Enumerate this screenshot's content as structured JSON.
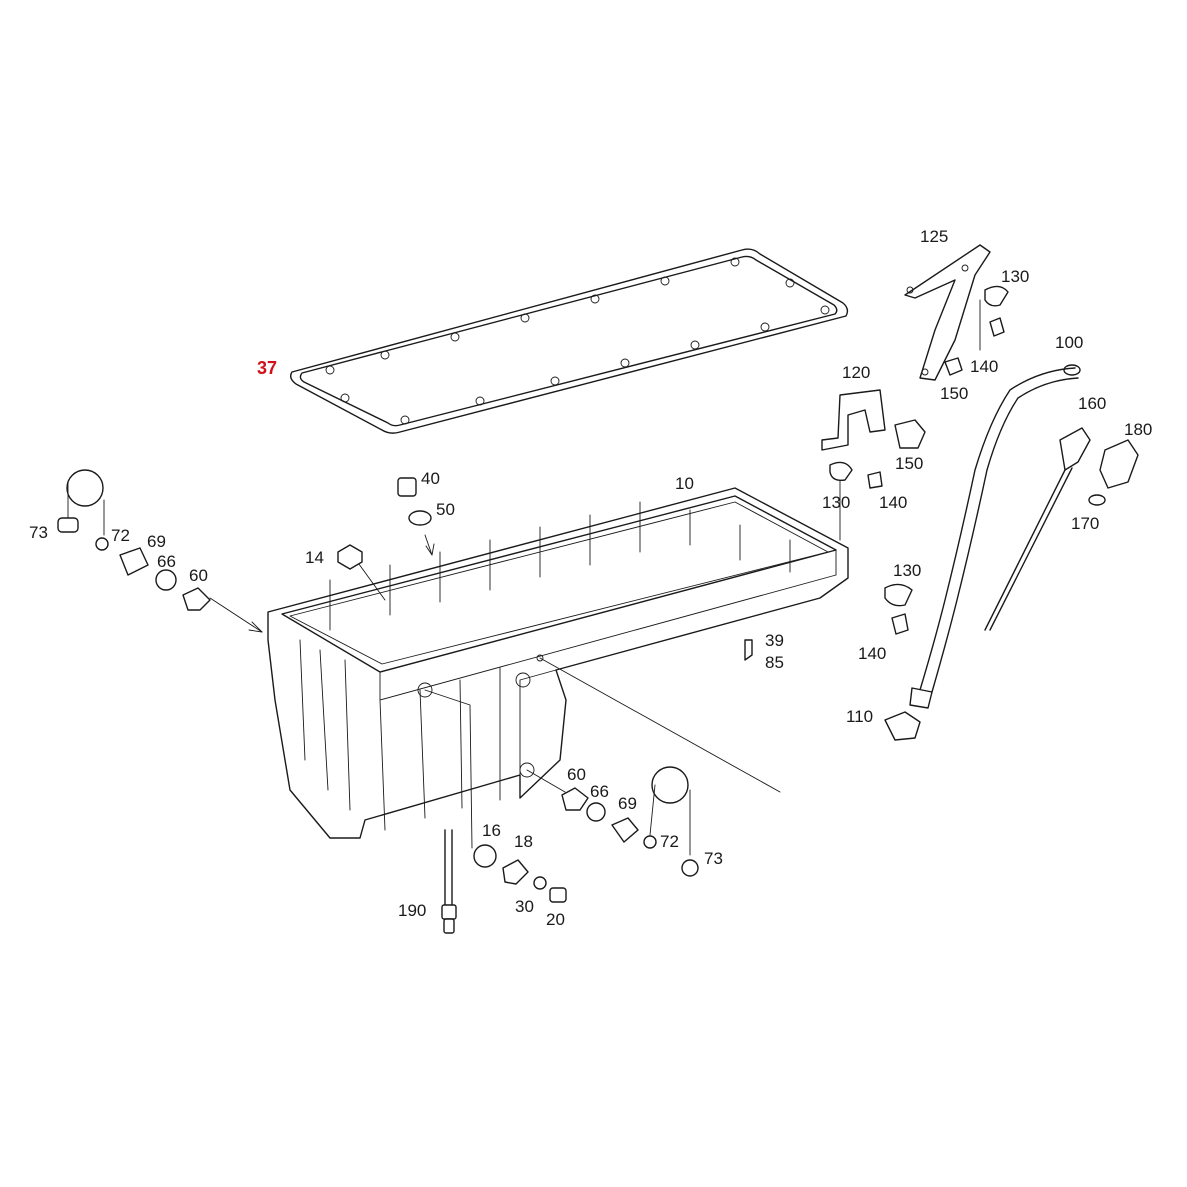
{
  "callout_color": "#d0101a",
  "callouts": {
    "c37": "37",
    "c125": "125",
    "c130a": "130",
    "c140a": "140",
    "c150a": "150",
    "c100": "100",
    "c120": "120",
    "c150b": "150",
    "c130b": "130",
    "c140b": "140",
    "c160": "160",
    "c180": "180",
    "c170": "170",
    "c40": "40",
    "c50": "50",
    "c10": "10",
    "c73a": "73",
    "c72a": "72",
    "c69a": "69",
    "c66a": "66",
    "c60a": "60",
    "c14": "14",
    "c130c": "130",
    "c140c": "140",
    "c39": "39",
    "c85": "85",
    "c110": "110",
    "c60b": "60",
    "c66b": "66",
    "c69b": "69",
    "c72b": "72",
    "c73b": "73",
    "c16": "16",
    "c18": "18",
    "c30": "30",
    "c20": "20",
    "c190": "190"
  }
}
